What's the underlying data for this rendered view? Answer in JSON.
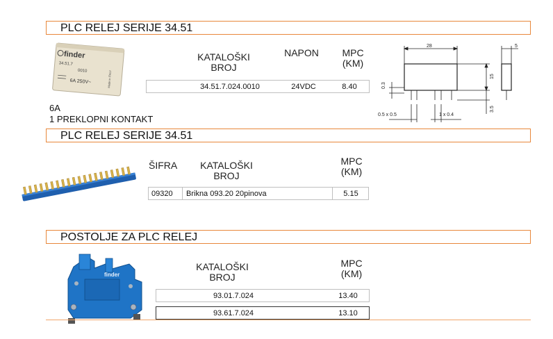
{
  "section1": {
    "title": "PLC RELEJ SERIJE 34.51",
    "headers": {
      "catalog": "KATALOŠKI\nBROJ",
      "voltage": "NAPON",
      "price": "MPC\n(KM)"
    },
    "row": {
      "catalog": "34.51.7.024.0010",
      "voltage": "24VDC",
      "price": "8.40"
    },
    "notes": [
      "6A",
      "1 PREKLOPNI KONTAKT"
    ],
    "relay_label": {
      "brand": "finder",
      "model": "34.51.7",
      "code": "0010",
      "rating": "6A 250V~",
      "origin": "Made in ITALY"
    },
    "dimensions": {
      "width": "28",
      "depth": "5",
      "height": "15",
      "pin_gap": "0.3",
      "pin_len": "3.5",
      "pin_a": "0.5 x 0.5",
      "pin_b": "1 x 0.4"
    }
  },
  "section2": {
    "title": "PLC RELEJ SERIJE 34.51",
    "headers": {
      "code": "ŠIFRA",
      "catalog": "KATALOŠKI\nBROJ",
      "price": "MPC\n(KM)"
    },
    "row": {
      "code": "09320",
      "catalog": "Brikna 093.20 20pinova",
      "price": "5.15"
    }
  },
  "section3": {
    "title": "POSTOLJE ZA PLC RELEJ",
    "headers": {
      "catalog": "KATALOŠKI\nBROJ",
      "price": "MPC\n(KM)"
    },
    "rows": [
      {
        "catalog": "93.01.7.024",
        "price": "13.40"
      },
      {
        "catalog": "93.61.7.024",
        "price": "13.10"
      }
    ],
    "socket_label": {
      "brand": "finder"
    }
  },
  "colors": {
    "accent": "#e8873a",
    "socket_blue": "#1f74c6",
    "bridge_blue": "#1f5fae",
    "pin_gold": "#d7b24a"
  }
}
